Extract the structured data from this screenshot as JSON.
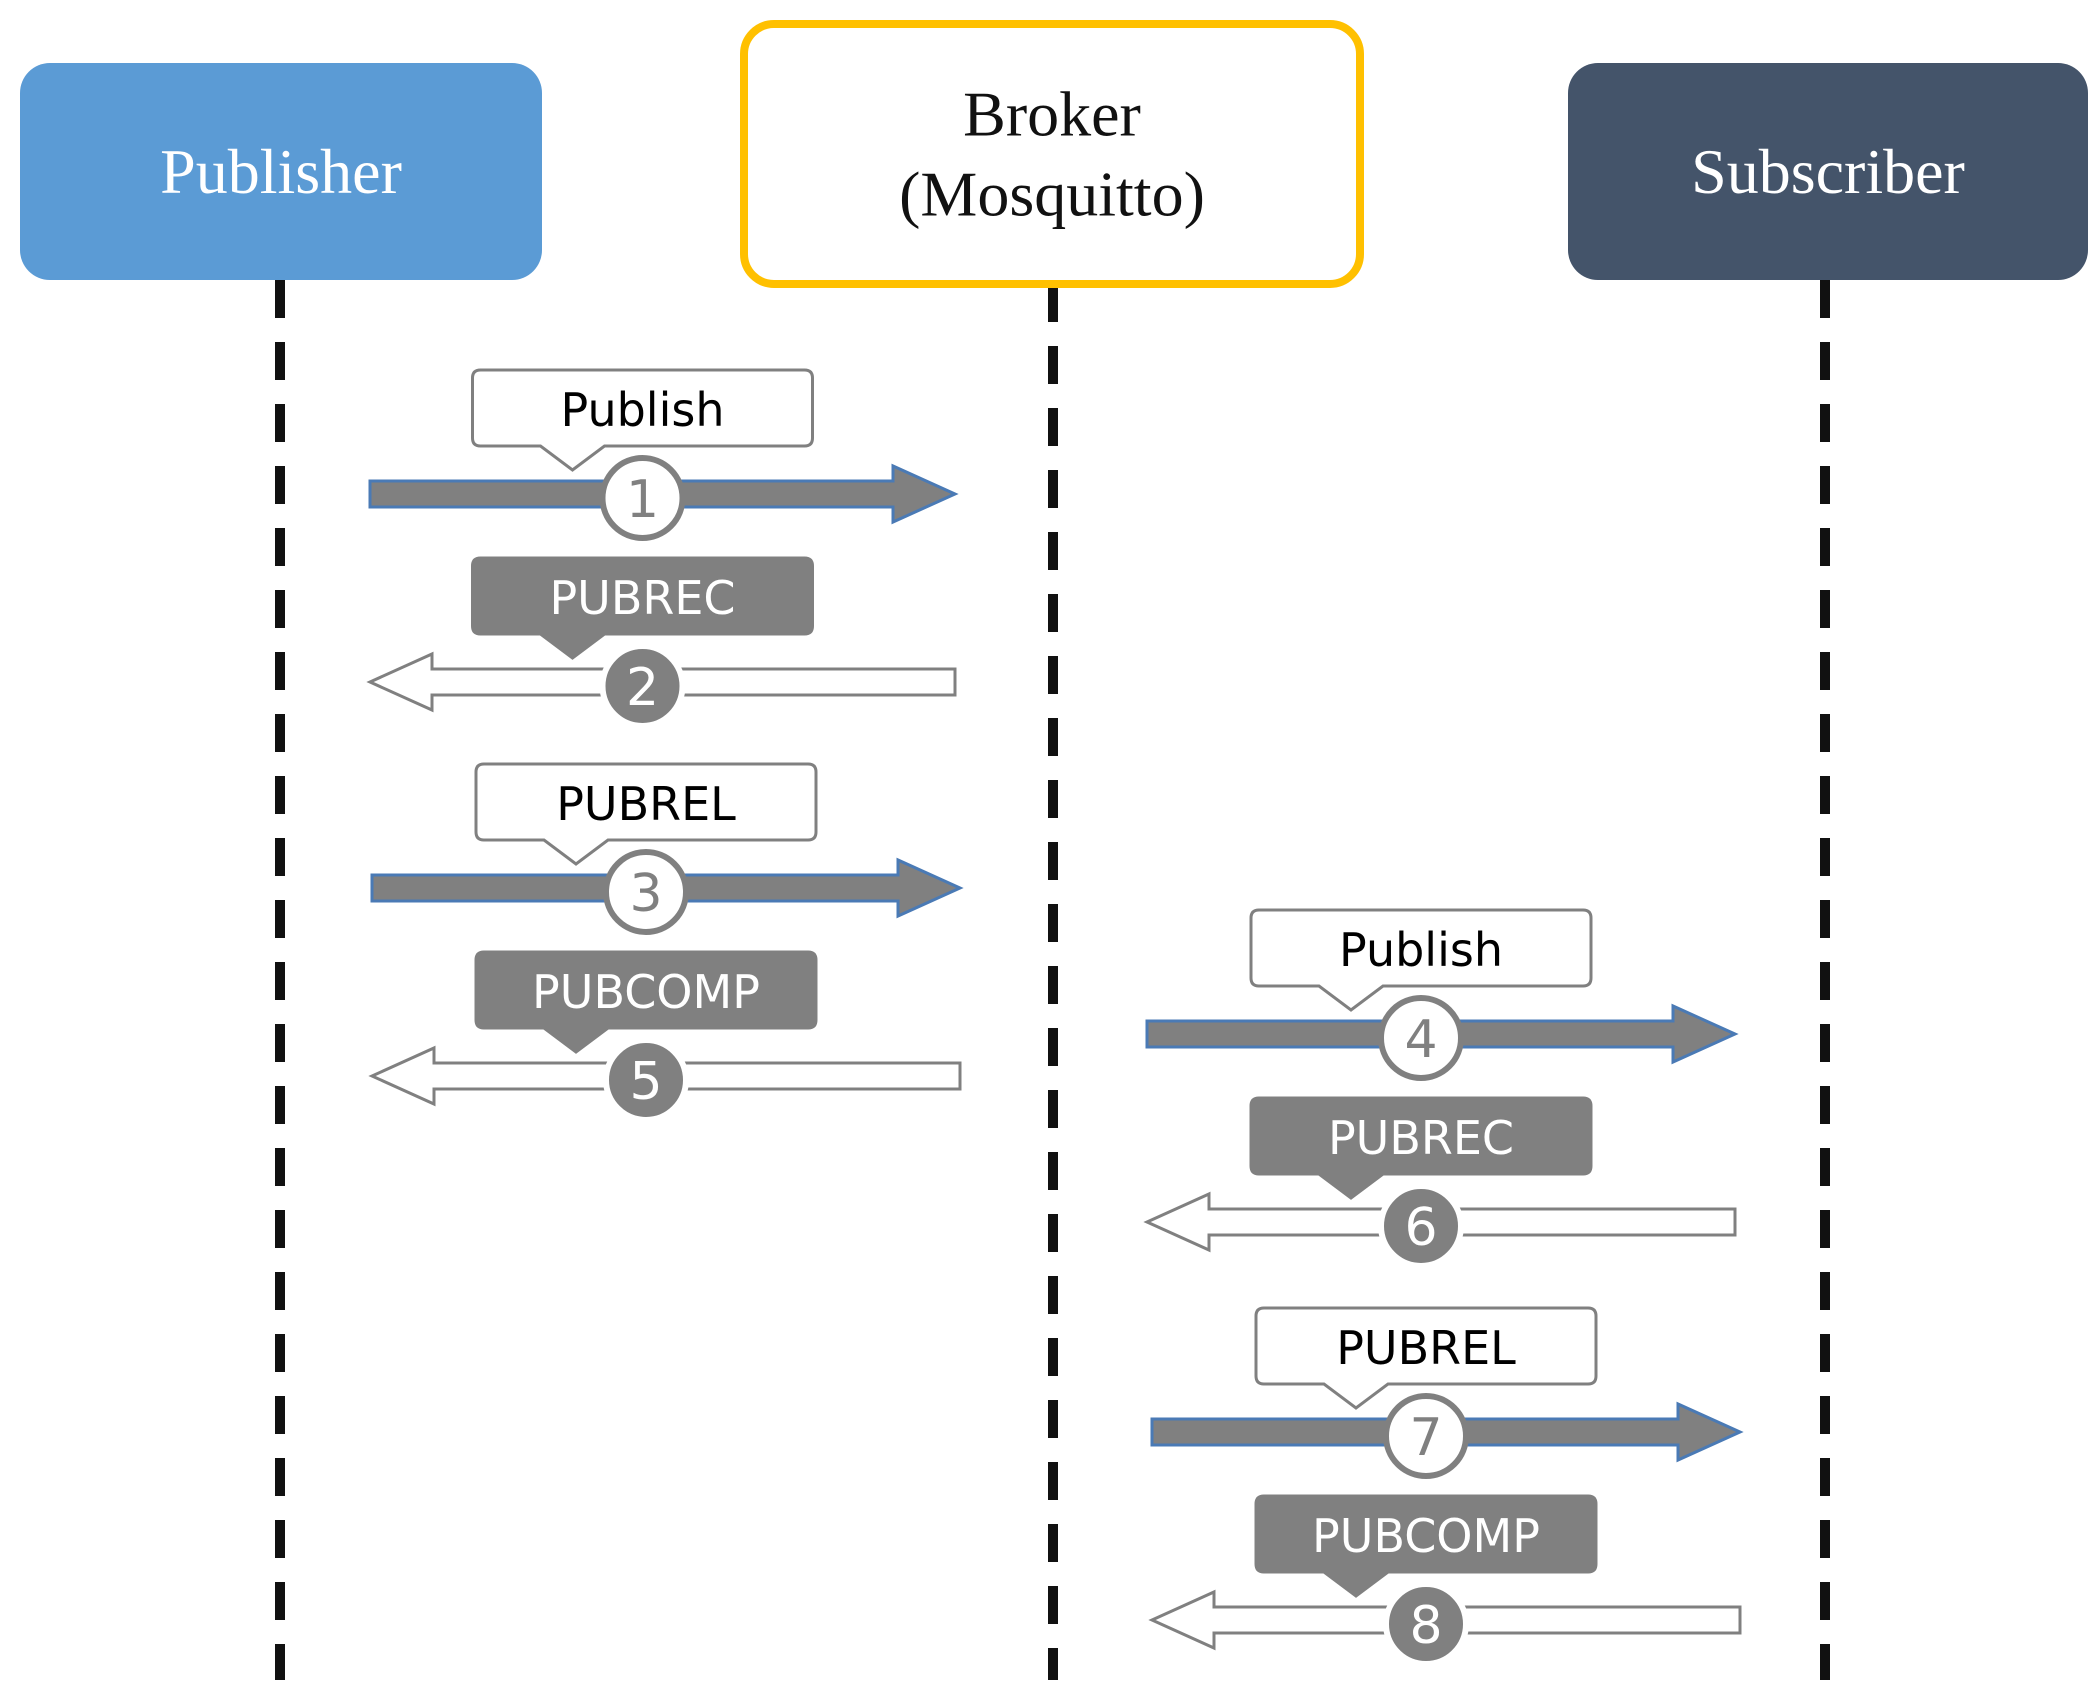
{
  "colors": {
    "publisher_fill": "#5b9bd5",
    "broker_border": "#ffc000",
    "subscriber_fill": "#44546a",
    "arrow_gray": "#808080",
    "arrow_edge_blue": "#4a7ab5",
    "lifeline": "#111111"
  },
  "actors": [
    {
      "id": "publisher",
      "lines": [
        "Publisher"
      ],
      "style": "filled-blue",
      "text_color": "#ffffff"
    },
    {
      "id": "broker",
      "lines": [
        "Broker",
        "(Mosquitto)"
      ],
      "style": "outlined-gold",
      "text_color": "#111111"
    },
    {
      "id": "subscriber",
      "lines": [
        "Subscriber"
      ],
      "style": "filled-slate",
      "text_color": "#ffffff"
    }
  ],
  "messages": [
    {
      "num": "1",
      "label": "Publish",
      "from": "publisher",
      "to": "broker",
      "style": "solid"
    },
    {
      "num": "2",
      "label": "PUBREC",
      "from": "broker",
      "to": "publisher",
      "style": "hollow"
    },
    {
      "num": "3",
      "label": "PUBREL",
      "from": "publisher",
      "to": "broker",
      "style": "solid"
    },
    {
      "num": "5",
      "label": "PUBCOMP",
      "from": "broker",
      "to": "publisher",
      "style": "hollow"
    },
    {
      "num": "4",
      "label": "Publish",
      "from": "broker",
      "to": "subscriber",
      "style": "solid"
    },
    {
      "num": "6",
      "label": "PUBREC",
      "from": "subscriber",
      "to": "broker",
      "style": "hollow"
    },
    {
      "num": "7",
      "label": "PUBREL",
      "from": "broker",
      "to": "subscriber",
      "style": "solid"
    },
    {
      "num": "8",
      "label": "PUBCOMP",
      "from": "subscriber",
      "to": "broker",
      "style": "hollow"
    }
  ]
}
